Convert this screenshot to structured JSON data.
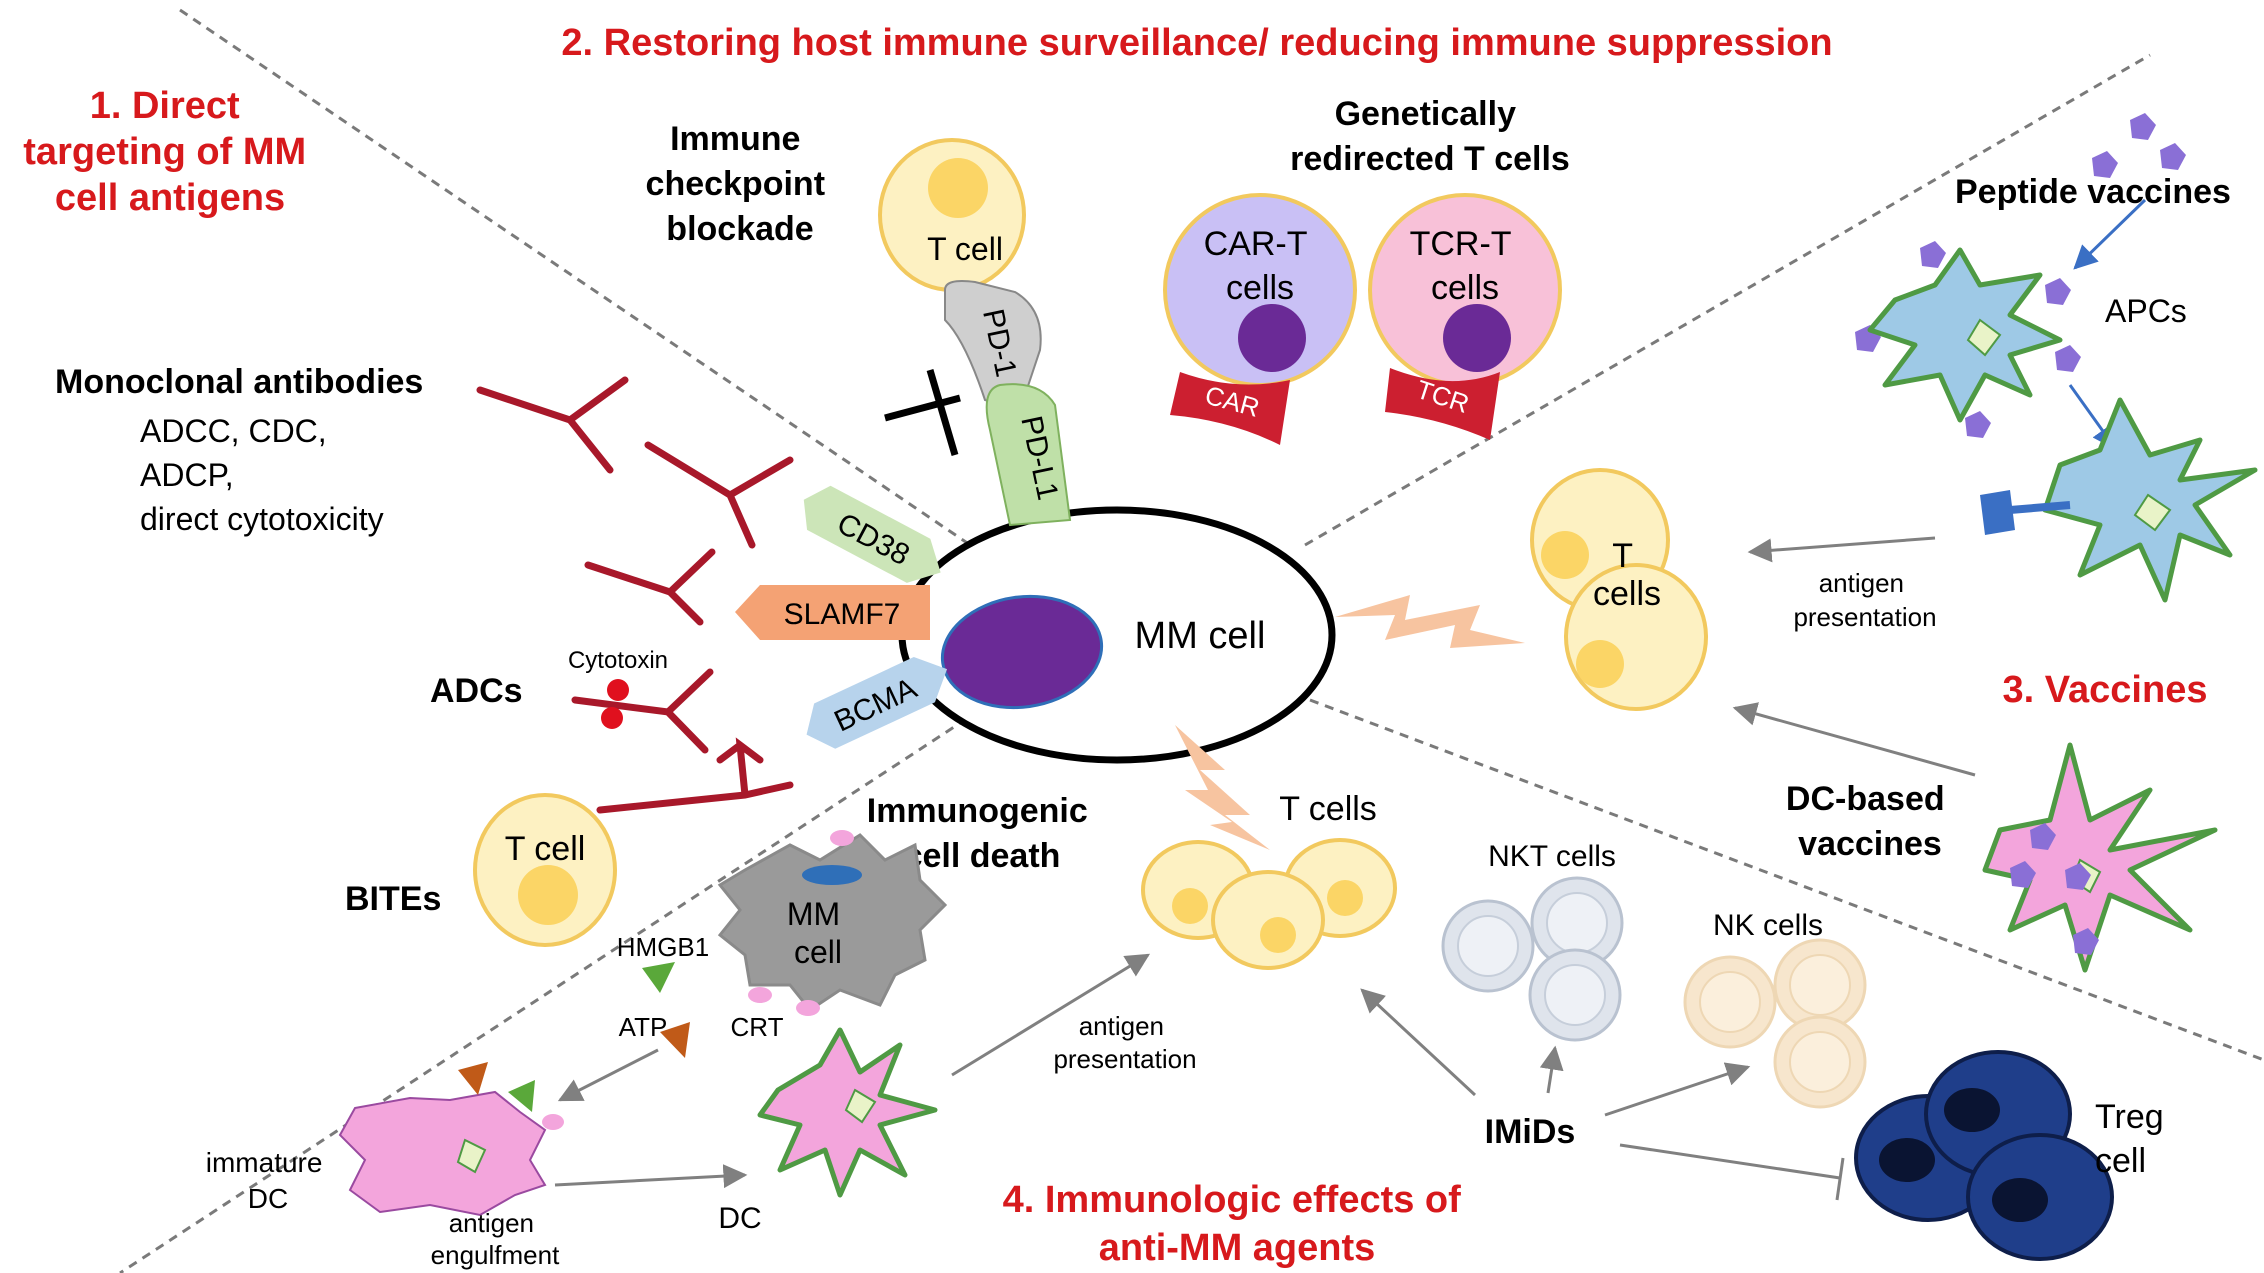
{
  "sections": {
    "s1": [
      "1. Direct",
      "targeting of MM",
      "cell antigens"
    ],
    "s2": "2. Restoring host immune surveillance/ reducing immune suppression",
    "s3": "3. Vaccines",
    "s4": [
      "4. Immunologic effects of",
      "anti-MM agents"
    ]
  },
  "center": {
    "label": "MM cell"
  },
  "antigens": {
    "cd38": "CD38",
    "slamf7": "SLAMF7",
    "bcma": "BCMA",
    "pd1": "PD-1",
    "pdl1": "PD-L1"
  },
  "left": {
    "mab_title": "Monoclonal antibodies",
    "mab_lines": [
      "ADCC, CDC,",
      "ADCP,",
      "direct cytotoxicity"
    ],
    "adcs": "ADCs",
    "cytotoxin": "Cytotoxin",
    "bites": "BITEs",
    "bite_tcell": "T cell"
  },
  "top": {
    "checkpoint": [
      "Immune",
      "checkpoint",
      "blockade"
    ],
    "checkpoint_tcell": "T cell",
    "genetic": [
      "Genetically",
      "redirected T cells"
    ],
    "car_cell": [
      "CAR-T",
      "cells"
    ],
    "tcr_cell": [
      "TCR-T",
      "cells"
    ],
    "car": "CAR",
    "tcr": "TCR"
  },
  "vaccines": {
    "peptide": "Peptide vaccines",
    "apcs": "APCs",
    "tcells": [
      "T",
      "cells"
    ],
    "antigen_presentation": [
      "antigen",
      "presentation"
    ],
    "dc_based": [
      "DC-based",
      "vaccines"
    ]
  },
  "bottom": {
    "icd": [
      "Immunogenic",
      "cell death"
    ],
    "dying_mm": [
      "MM",
      "cell"
    ],
    "hmgb1": "HMGB1",
    "atp": "ATP",
    "crt": "CRT",
    "immature_dc": [
      "immature",
      "DC"
    ],
    "engulfment": [
      "antigen",
      "engulfment"
    ],
    "dc": "DC",
    "antigen_presentation": [
      "antigen",
      "presentation"
    ],
    "tcells": "T cells",
    "nkt": "NKT cells",
    "nk": "NK cells",
    "imids": "IMiDs",
    "treg": [
      "Treg",
      "cell"
    ]
  },
  "colors": {
    "section_red": "#d7191c",
    "antibody": "#a8182a",
    "nucleus": "#6a2a96",
    "tcell_fill": "#fdf1c2",
    "tcell_nucleus": "#fbd566",
    "car_fill": "#c9c0f5",
    "tcr_fill": "#f8c1d8",
    "receptor_red": "#cc1f30",
    "apc_fill": "#9ec9e6",
    "apc_edge": "#4f9a44",
    "dc_fill": "#f3a5dc",
    "peptide": "#8a6fd6",
    "treg_fill": "#1f3e8a",
    "nkt_fill": "#dfe4ec",
    "nk_fill": "#f7e6cd",
    "dying_mm": "#9a9a9a"
  }
}
